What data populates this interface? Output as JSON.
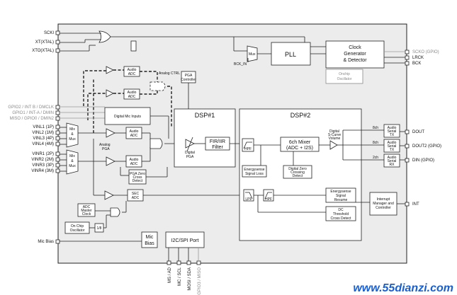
{
  "pins_left": {
    "scki": "SCKI",
    "xti": "XT(XTAL)",
    "xto": "XTO(XTAL)",
    "gpio2": "GPIO2 / INT B / DMCLK",
    "gpio1": "GPIO1 / INT-A / DMIN",
    "miso": "MISO / GPIO0 / DMIN2",
    "vinl1": "VINL1 (1P)",
    "vinl2": "VINL2 (1M)",
    "vinl3": "VINL3 (4P)",
    "vinl4": "VINL4 (4M)",
    "vinr1": "VINR1 (2P)",
    "vinr2": "VINR2 (2M)",
    "vinr3": "VINR3 (3P)",
    "vinr4": "VINR4 (3M)",
    "mic_bias": "Mic Bias"
  },
  "pins_right": {
    "scko": "SCKO (GPIO)",
    "lrck": "LRCK",
    "bck": "BCK",
    "dout": "DOUT",
    "dout2": "DOUT2 (GPIO)",
    "din": "DIN (GPIO)",
    "int": "INT"
  },
  "pins_bottom": {
    "ms": "MS / AD",
    "mc": "MC / SCL",
    "mosi": "MOSI / SDA",
    "gpio3": "GPIO3 / MISO"
  },
  "blocks": {
    "mux": "Mux",
    "bck_in": "BCK_IN",
    "pll": "PLL",
    "clock_gen_1": "Clock",
    "clock_gen_2": "Generator",
    "clock_gen_3": "& Detector",
    "osc_1": "Onchip",
    "osc_2": "Oscillator",
    "audio": "Audio",
    "adc": "ADC",
    "pga_ctrl_1": "PGA",
    "pga_ctrl_2": "Controller",
    "analog_ctrl": "Analog CTRL",
    "digital_mic": "Digital Mic Inputs",
    "analog_pga_1": "Analog",
    "analog_pga_2": "PGA",
    "mux_1": "Mix",
    "mux_2": "&",
    "mux_3": "Mux",
    "dsp1": "DSP#1",
    "dsp2": "DSP#2",
    "digital_pga_1": "Digital",
    "digital_pga_2": "PGA",
    "firiir_1": "FIR/IIR",
    "firiir_2": "Filter",
    "hpf": "HPF",
    "lpf": "LPF",
    "mixer_1": "6ch Mixer",
    "mixer_2": "(ADC + I2S)",
    "curve_1": "Digital",
    "curve_2": "S-Curve",
    "curve_3": "Volume",
    "energy_loss_1": "Energysense",
    "energy_loss_2": "Signal Loss",
    "zero_cross_1": "Digital Zero",
    "zero_cross_2": "Crossing",
    "zero_cross_3": "Detect",
    "pga_zero_1": "PGA Zero",
    "pga_zero_2": "Cross",
    "pga_zero_3": "Detect",
    "sec_1": "SEC",
    "sec_2": "ADC",
    "adc_master_1": "ADC",
    "adc_master_2": "Master",
    "adc_master_3": "Clock",
    "onchip_osc_1": "On Chip",
    "onchip_osc_2": "Oscillator",
    "div": "1/8",
    "energy_resume_1": "Energysense",
    "energy_resume_2": "Signal",
    "energy_resume_3": "Resume",
    "dc_1": "DC",
    "dc_2": "Threshold",
    "dc_3": "Cross Detect",
    "serial_1": "Audio",
    "serial_2": "Serial",
    "tx": "TX",
    "rx": "RX",
    "irq_1": "Interrupt",
    "irq_2": "Manager and",
    "irq_3": "Controller",
    "mic_bias_1": "Mic",
    "mic_bias_2": "Bias",
    "i2c": "I2C/SPI Port",
    "ch8_a": "8ch",
    "ch8_b": "8ch",
    "ch2": "2ch"
  },
  "watermark": "www.55dianzi.com"
}
